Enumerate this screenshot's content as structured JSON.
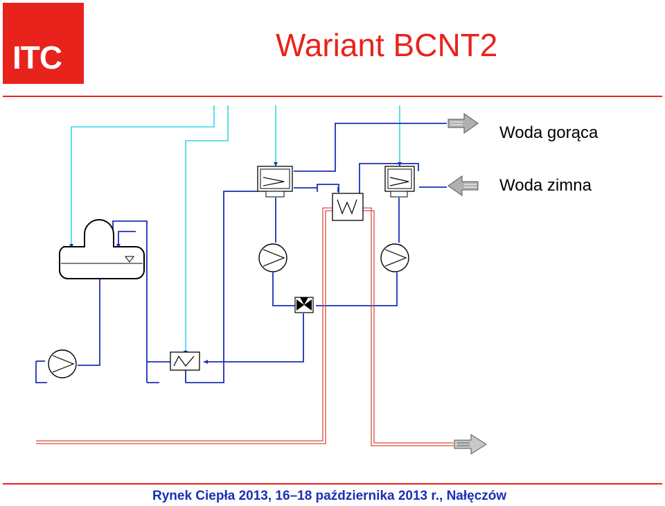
{
  "header": {
    "logo_text": "ITC",
    "title": "Wariant BCNT2"
  },
  "diagram": {
    "labels": {
      "hot_water": "Woda gorąca",
      "cold_water": "Woda zimna"
    },
    "colors": {
      "brand_red": "#e8231b",
      "water_line": "#1a2fb5",
      "steam_line": "#33d6e8",
      "flue_gas_line": "#d94a3f",
      "arrow_gray": "#b0b0b0"
    }
  },
  "footer": {
    "text": "Rynek Ciepła 2013, 16–18 października 2013 r., Nałęczów"
  }
}
